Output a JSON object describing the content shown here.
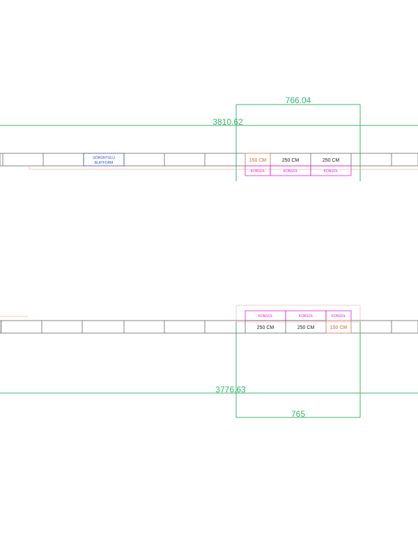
{
  "top": {
    "dim_wide": "3810.62",
    "dim_narrow": "766.04",
    "blue_box": [
      "GÖRÜNTÜLÜ",
      "BLATFORM"
    ],
    "cm_labels": [
      "150 CM",
      "250 CM",
      "250 CM"
    ],
    "konsol_labels": [
      "KONSOL",
      "KONSOL",
      "KONSOL"
    ]
  },
  "bottom": {
    "konsol_labels": [
      "KONSOL",
      "KONSOL",
      "KONSOL"
    ],
    "cm_labels": [
      "250 CM",
      "250 CM",
      "150 CM"
    ],
    "dim_wide": "3776.63",
    "dim_narrow": "765"
  },
  "colors": {
    "dimension": "#3cb371",
    "konsol": "#e020e0",
    "highlight": "#e8926a",
    "blue": "#3050d0",
    "outline": "#555555"
  }
}
